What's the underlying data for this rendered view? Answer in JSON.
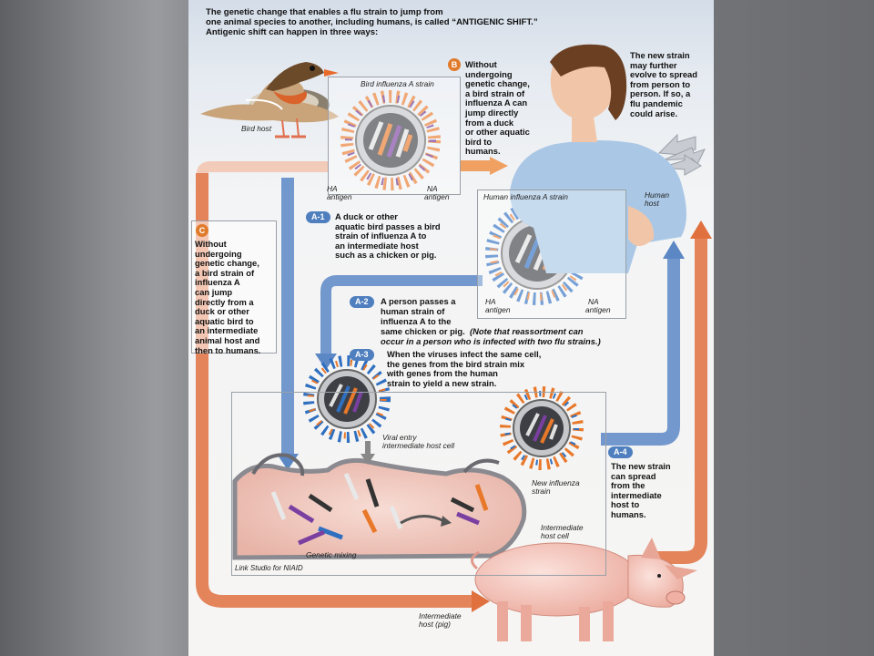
{
  "header": {
    "line1": "The genetic change that enables a flu strain to jump from",
    "line2": "one animal species to another, including humans, is called “ANTIGENIC SHIFT.”",
    "line3": "Antigenic shift can happen in three ways:"
  },
  "labels": {
    "bird_host": "Bird host",
    "bird_strain": "Bird influenza A strain",
    "ha_antigen_1a": "HA",
    "ha_antigen_1b": "antigen",
    "na_antigen_1a": "NA",
    "na_antigen_1b": "antigen",
    "human_strain": "Human influenza A strain",
    "ha_antigen_2a": "HA",
    "ha_antigen_2b": "antigen",
    "na_antigen_2a": "NA",
    "na_antigen_2b": "antigen",
    "human_host_a": "Human",
    "human_host_b": "host",
    "viral_entry_a": "Viral entry",
    "viral_entry_b": "intermediate host cell",
    "new_strain_a": "New influenza",
    "new_strain_b": "strain",
    "int_cell_a": "Intermediate",
    "int_cell_b": "host cell",
    "genetic_mixing": "Genetic mixing",
    "credit": "Link Studio for NIAID",
    "pig_a": "Intermediate",
    "pig_b": "host (pig)"
  },
  "steps": {
    "b_badge": "B",
    "b_text": [
      "Without",
      "undergoing",
      "genetic change,",
      "a bird strain of",
      "influenza A can",
      "jump directly",
      "from a duck",
      "or other aquatic",
      "bird to",
      "humans."
    ],
    "c_badge": "C",
    "c_text": [
      "Without",
      "undergoing",
      "genetic change,",
      "a bird strain of",
      "influenza A",
      "can jump",
      "directly from a",
      "duck or other",
      "aquatic bird to",
      "an intermediate",
      "animal host and",
      "then to humans."
    ],
    "a1_badge": "A-1",
    "a1_text": [
      "A duck or other",
      "aquatic bird passes a bird",
      "strain of influenza A to",
      "an intermediate host",
      "such as a chicken or pig."
    ],
    "a2_badge": "A-2",
    "a2_text_1": "A person passes a",
    "a2_text_2": "human strain of",
    "a2_text_3": "influenza A to the",
    "a2_text_4": "same chicken or pig.",
    "a2_note_1": "(Note that reassortment can",
    "a2_note_2": "occur in a person who is infected with two flu strains.)",
    "a3_badge": "A-3",
    "a3_text": [
      "When the viruses infect the same cell,",
      "the genes from the bird strain mix",
      "with genes from the human",
      "strain to yield a new strain."
    ],
    "a4_badge": "A-4",
    "a4_text": [
      "The new strain",
      "can spread",
      "from the",
      "intermediate",
      "host to",
      "humans."
    ],
    "pandemic_text": [
      "The new strain",
      "may further",
      "evolve to spread",
      "from person to",
      "person. If so, a",
      "flu pandemic",
      "could arise."
    ]
  },
  "colors": {
    "blue_arrow": "#5b87c5",
    "orange_arrow": "#e0703e",
    "badge_blue": "#4f7fbe",
    "badge_orange": "#e07b2c",
    "spike_orange": "#e8782a",
    "spike_purple": "#6a2f8a",
    "spike_blue": "#2f6fc0"
  }
}
